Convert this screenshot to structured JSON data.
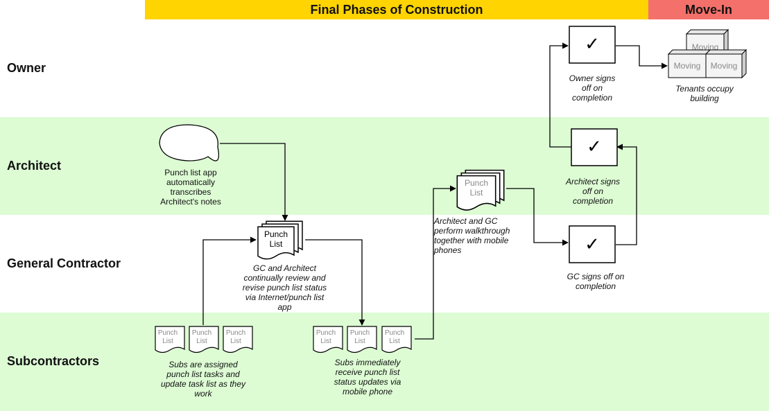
{
  "header": {
    "phase_construction": "Final Phases of Construction",
    "phase_movein": "Move-In"
  },
  "lanes": {
    "owner": "Owner",
    "architect": "Architect",
    "gc": "General Contractor",
    "subs": "Subcontractors"
  },
  "colors": {
    "construction_bar": "#ffd400",
    "movein_bar": "#f4706a",
    "lane_green": "#ddfcd4",
    "lane_white": "#ffffff"
  },
  "doc_label_line1": "Punch",
  "doc_label_line2": "List",
  "check_mark": "✓",
  "moving_label": "Moving",
  "captions": {
    "speech": [
      "Punch list app",
      "automatically",
      "transcribes",
      "Architect's notes"
    ],
    "gc_review": [
      "GC and Architect",
      "continually review and",
      "revise punch list status",
      "via Internet/punch list",
      "app"
    ],
    "walkthrough": [
      "Architect and GC",
      "perform walkthrough",
      "together with mobile",
      "phones"
    ],
    "subs_assigned": [
      "Subs are assigned",
      "punch list tasks and",
      "update task list as they",
      "work"
    ],
    "subs_receive": [
      "Subs immediately",
      "receive punch list",
      "status updates via",
      "mobile phone"
    ],
    "owner_sign": [
      "Owner signs",
      "off on",
      "completion"
    ],
    "architect_sign": [
      "Architect signs",
      "off on",
      "completion"
    ],
    "gc_sign": [
      "GC signs off on",
      "completion"
    ],
    "tenants": [
      "Tenants occupy",
      "building"
    ]
  }
}
